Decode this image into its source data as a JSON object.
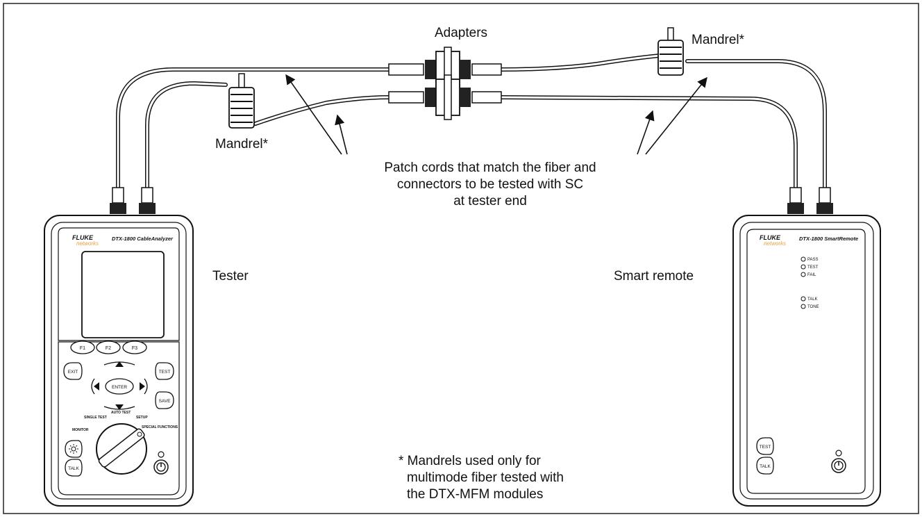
{
  "labels": {
    "adapters": "Adapters",
    "mandrel_right": "Mandrel*",
    "mandrel_left": "Mandrel*",
    "patch_cords_line1": "Patch cords that match the fiber and",
    "patch_cords_line2": "connectors to be tested with SC",
    "patch_cords_line3": "at tester end",
    "tester": "Tester",
    "smart_remote": "Smart remote",
    "footnote_line1": "* Mandrels used only for",
    "footnote_line2": "multimode fiber tested with",
    "footnote_line3": "the DTX-MFM modules"
  },
  "tester_device": {
    "brand": "FLUKE",
    "brand_sub": "networks",
    "model": "DTX-1800 CableAnalyzer",
    "keys": {
      "f1": "F1",
      "f2": "F2",
      "f3": "F3",
      "exit": "EXIT",
      "test": "TEST",
      "enter": "ENTER",
      "save": "SAVE",
      "talk": "TALK"
    },
    "dial": {
      "monitor": "MONITOR",
      "single_test": "SINGLE TEST",
      "auto_test": "AUTO TEST",
      "setup": "SETUP",
      "special_functions": "SPECIAL FUNCTIONS"
    }
  },
  "remote_device": {
    "brand": "FLUKE",
    "brand_sub": "networks",
    "model": "DTX-1800 SmartRemote",
    "leds": {
      "pass": "PASS",
      "test": "TEST",
      "fail": "FAIL",
      "talk": "TALK",
      "tone": "TONE"
    },
    "keys": {
      "test": "TEST",
      "talk": "TALK"
    }
  },
  "colors": {
    "brand_orange": "#e8a13a",
    "line": "#111111"
  }
}
